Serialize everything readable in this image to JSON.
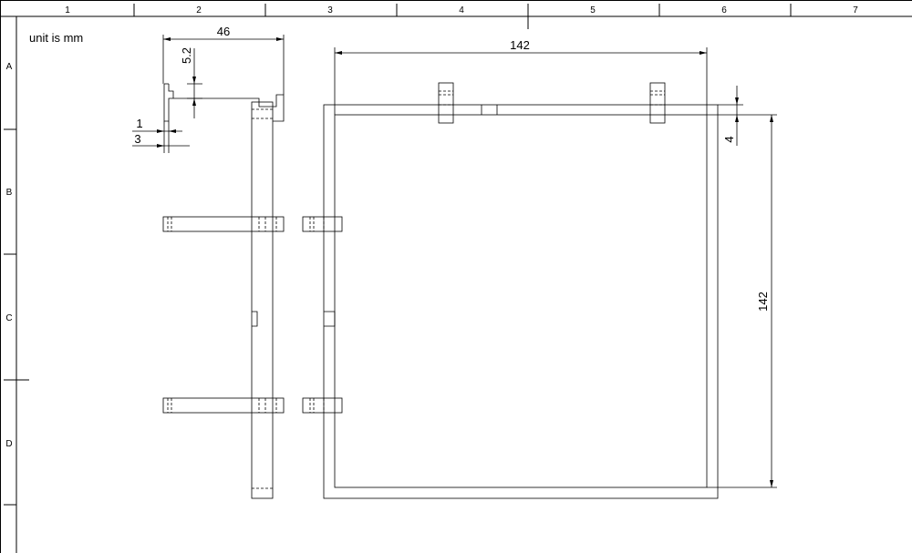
{
  "note": "unit is mm",
  "zones": {
    "columns": [
      "1",
      "2",
      "3",
      "4",
      "5",
      "6",
      "7"
    ],
    "rows": [
      "A",
      "B",
      "C",
      "D"
    ]
  },
  "dimensions": {
    "top_view_width": "46",
    "tab_height": "5.2",
    "wall_thickness": "1",
    "tab_depth": "3",
    "frame_width": "142",
    "frame_height": "142",
    "border_offset": "4"
  }
}
